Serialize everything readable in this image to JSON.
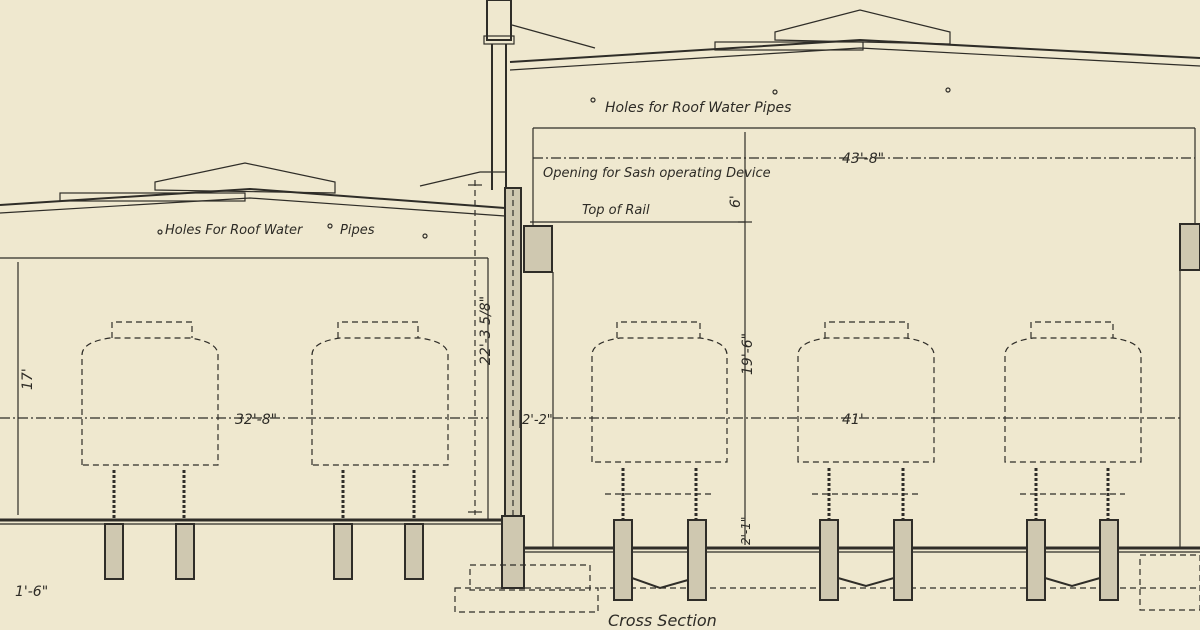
{
  "drawing": {
    "title": "Cross Section",
    "left_building": {
      "roof_note": "Holes For Roof Water",
      "roof_note_suffix": "Pipes",
      "height_dim": "17'",
      "width_dim": "32'-8\"",
      "tall_dim": "22'-3 5/8\"",
      "footing_dim": "1'-6\""
    },
    "right_building": {
      "roof_note": "Holes for Roof Water Pipes",
      "width_dim": "43'-8\"",
      "sash_note": "Opening for Sash operating  Device",
      "rail_note": "Top of Rail",
      "rail_to_eave_dim": "6'",
      "height_dim": "19'-6\"",
      "wall_offset_dim": "2'-2\"",
      "span_dim": "41'",
      "base_dim": "2'-1\""
    },
    "colors": {
      "paper": "#efe8cf",
      "ink": "#2f2d28",
      "concrete": "#cfc8b0"
    }
  }
}
